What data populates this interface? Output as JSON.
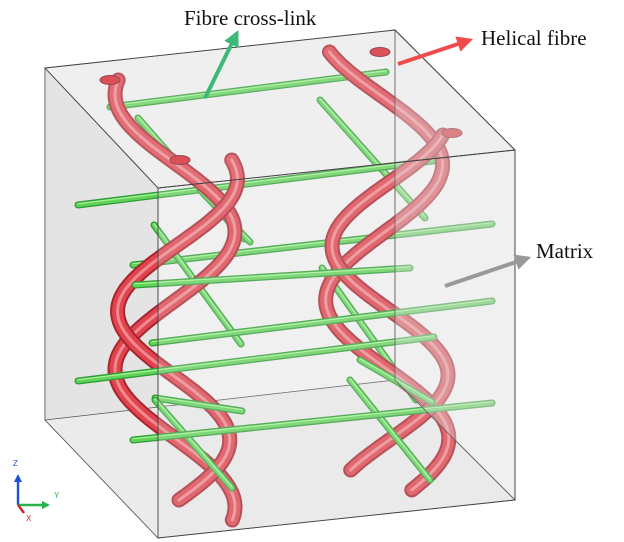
{
  "labels": {
    "cross_link": "Fibre cross-link",
    "helical_fibre": "Helical fibre",
    "matrix": "Matrix"
  },
  "axes": {
    "z": "Z",
    "y": "Y",
    "x": "X"
  },
  "colors": {
    "helix": "#e0454f",
    "helix_dark": "#a82530",
    "rod": "#62d35a",
    "rod_dark": "#2f9b34",
    "arrow_cross_link": "#3cb878",
    "arrow_helical": "#f04b4b",
    "arrow_matrix": "#999999",
    "box_face": "#e6e6e6",
    "axis_z": "#1a4fd6",
    "axis_y": "#24b24a",
    "axis_x": "#d62222"
  }
}
